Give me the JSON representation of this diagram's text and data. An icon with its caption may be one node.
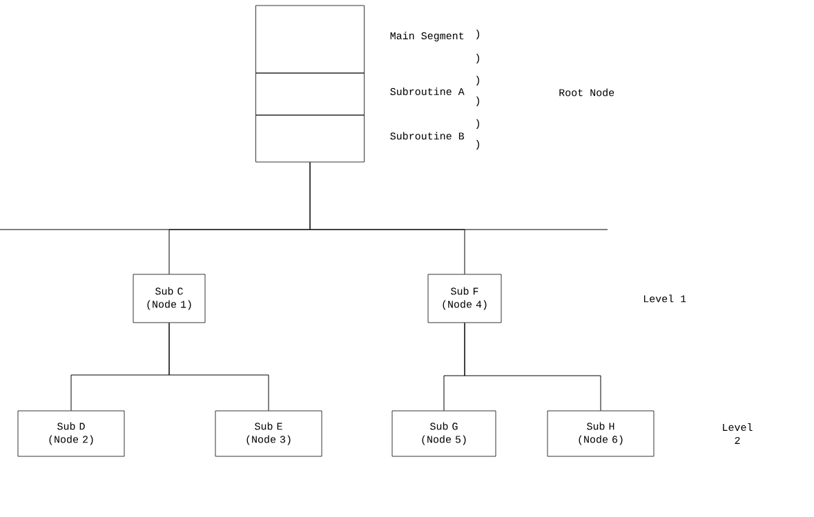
{
  "diagram": {
    "nodes": [
      {
        "text": [],
        "shape": "box",
        "beside": [
          "Main Segment"
        ]
      },
      {
        "text": [],
        "shape": "box",
        "beside": [
          "Subroutine A"
        ]
      },
      {
        "text": [],
        "shape": "box",
        "beside": [
          "Subroutine B"
        ]
      },
      {
        "text": [
          "Sub C (Node 1)"
        ]
      },
      {
        "text": [
          "Sub F (Node 4)"
        ]
      },
      {
        "text": [
          "Sub D (Node 2)"
        ]
      },
      {
        "text": [
          "Sub E (Node 3)"
        ]
      },
      {
        "text": [
          "Sub G (Node 5)"
        ]
      },
      {
        "text": [
          "Sub H (Node 6)"
        ]
      }
    ],
    "edges": [
      {
        "from": 2,
        "to": 3,
        "arrow": "none"
      },
      {
        "from": 2,
        "to": 4,
        "arrow": "none"
      },
      {
        "from": 3,
        "to": 5,
        "arrow": "none"
      },
      {
        "from": 3,
        "to": 6,
        "arrow": "none"
      },
      {
        "from": 4,
        "to": 7,
        "arrow": "none"
      },
      {
        "from": 4,
        "to": 8,
        "arrow": "none"
      }
    ],
    "labels": [
      ")",
      ")",
      ")",
      ")",
      ")",
      ")",
      "Root Node",
      "Level 1",
      "Level 2"
    ]
  }
}
